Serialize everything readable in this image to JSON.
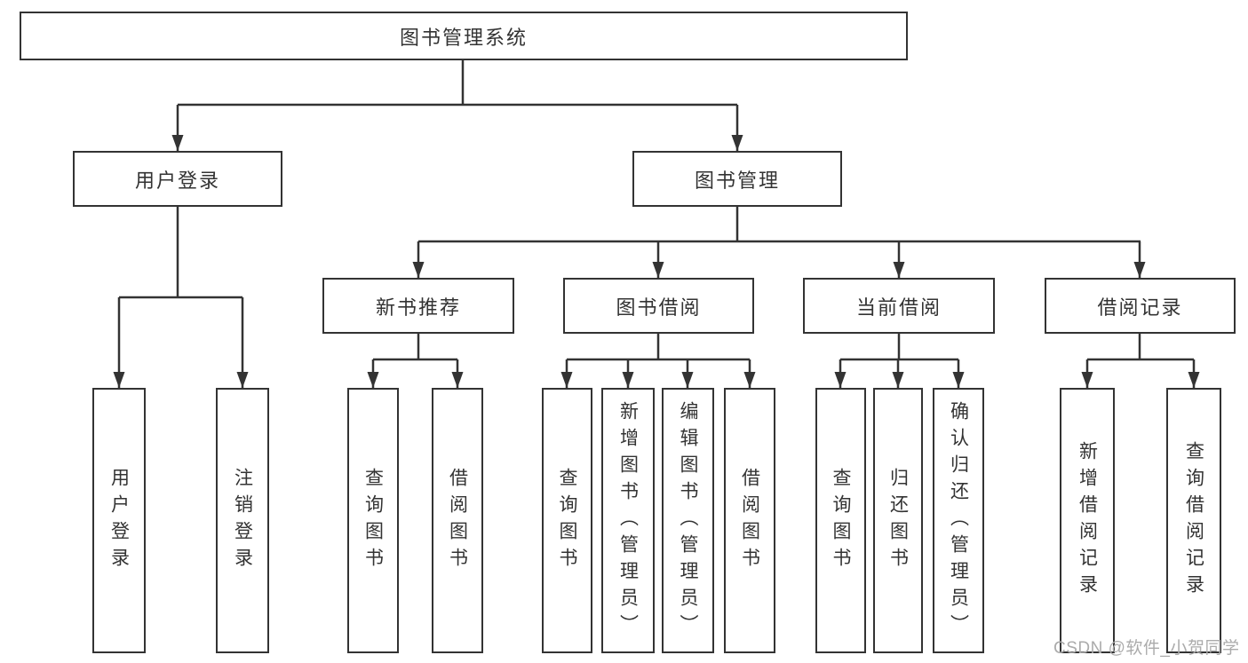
{
  "tree": {
    "root": {
      "label": "图书管理系统"
    },
    "branches": [
      {
        "label": "用户登录",
        "children": [
          {
            "label": "用户登录"
          },
          {
            "label": "注销登录"
          }
        ]
      },
      {
        "label": "图书管理",
        "children": [
          {
            "label": "新书推荐",
            "children": [
              {
                "label": "查询图书"
              },
              {
                "label": "借阅图书"
              }
            ]
          },
          {
            "label": "图书借阅",
            "children": [
              {
                "label": "查询图书"
              },
              {
                "label": "新增图书（管理员）"
              },
              {
                "label": "编辑图书（管理员）"
              },
              {
                "label": "借阅图书"
              }
            ]
          },
          {
            "label": "当前借阅",
            "children": [
              {
                "label": "查询图书"
              },
              {
                "label": "归还图书"
              },
              {
                "label": "确认归还（管理员）"
              }
            ]
          },
          {
            "label": "借阅记录",
            "children": [
              {
                "label": "新增借阅记录"
              },
              {
                "label": "查询借阅记录"
              }
            ]
          }
        ]
      }
    ]
  },
  "watermark": {
    "text": "CSDN @软件_小贺同学"
  },
  "colors": {
    "line": "#333333",
    "text": "#333333",
    "watermark": "#ABABAB",
    "background": "#FFFFFF"
  }
}
